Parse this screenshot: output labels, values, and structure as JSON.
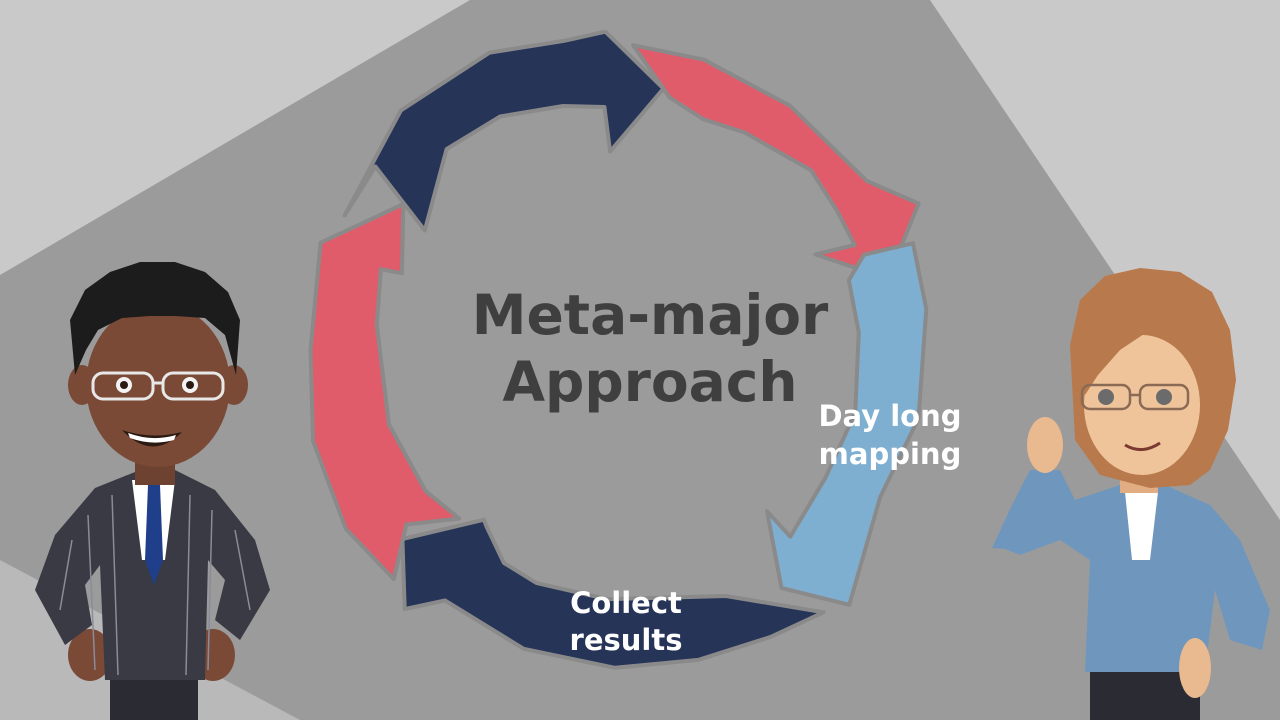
{
  "diagram": {
    "title_line1": "Meta-major",
    "title_line2": "Approach",
    "steps": [
      {
        "line1": "Day long",
        "line2": "mapping"
      },
      {
        "line1": "Collect",
        "line2": "results"
      }
    ]
  },
  "colors": {
    "background_light": "#c9c9c9",
    "background_dark": "#9b9b9b",
    "navy": "#263458",
    "coral": "#e05c6b",
    "light_blue": "#7eafd0",
    "title_text": "#3f3f3f",
    "label_text": "#ffffff"
  },
  "characters": [
    {
      "role": "man-in-pinstripe-suit"
    },
    {
      "role": "woman-in-blue-blazer"
    }
  ]
}
